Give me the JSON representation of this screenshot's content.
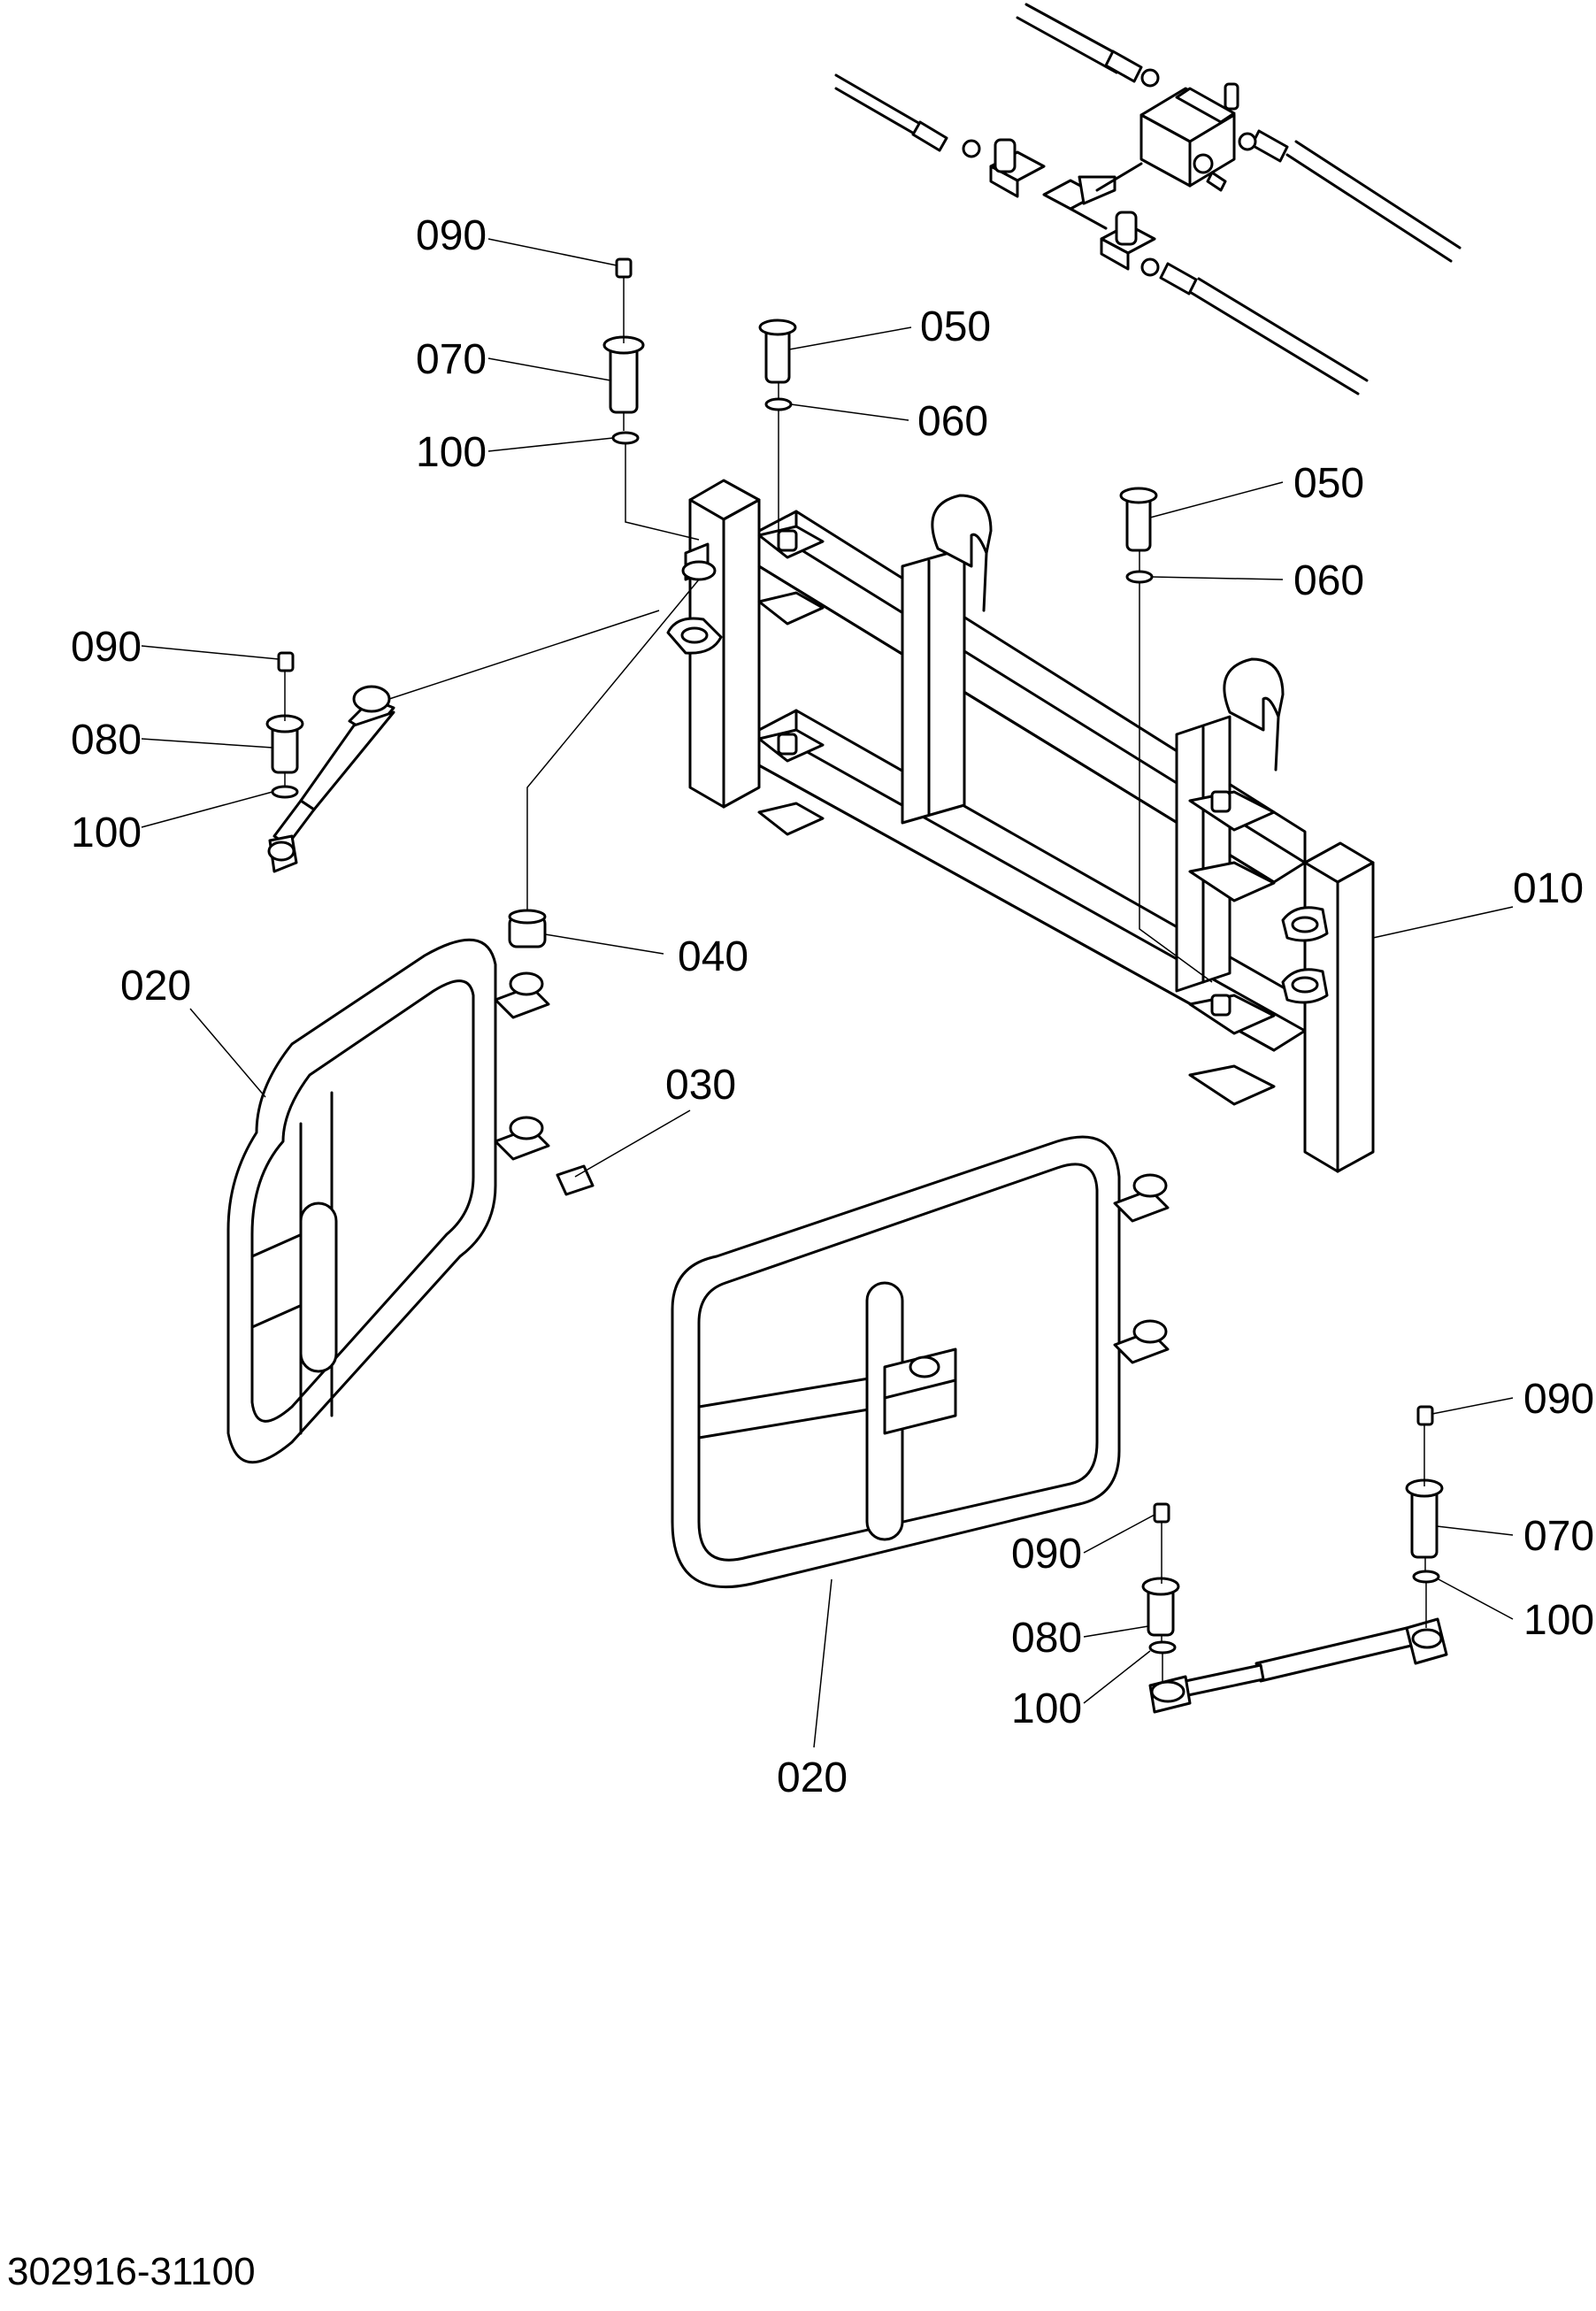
{
  "drawing": {
    "document_number": "302916-31100",
    "callouts": [
      {
        "id": "c090a",
        "text": "090"
      },
      {
        "id": "c070a",
        "text": "070"
      },
      {
        "id": "c100a",
        "text": "100"
      },
      {
        "id": "c050a",
        "text": "050"
      },
      {
        "id": "c060a",
        "text": "060"
      },
      {
        "id": "c050b",
        "text": "050"
      },
      {
        "id": "c060b",
        "text": "060"
      },
      {
        "id": "c090b",
        "text": "090"
      },
      {
        "id": "c080a",
        "text": "080"
      },
      {
        "id": "c100b",
        "text": "100"
      },
      {
        "id": "c010",
        "text": "010"
      },
      {
        "id": "c040",
        "text": "040"
      },
      {
        "id": "c020a",
        "text": "020"
      },
      {
        "id": "c030",
        "text": "030"
      },
      {
        "id": "c090c",
        "text": "090"
      },
      {
        "id": "c070b",
        "text": "070"
      },
      {
        "id": "c100c",
        "text": "100"
      },
      {
        "id": "c090d",
        "text": "090"
      },
      {
        "id": "c080b",
        "text": "080"
      },
      {
        "id": "c100d",
        "text": "100"
      },
      {
        "id": "c020b",
        "text": "020"
      }
    ]
  }
}
